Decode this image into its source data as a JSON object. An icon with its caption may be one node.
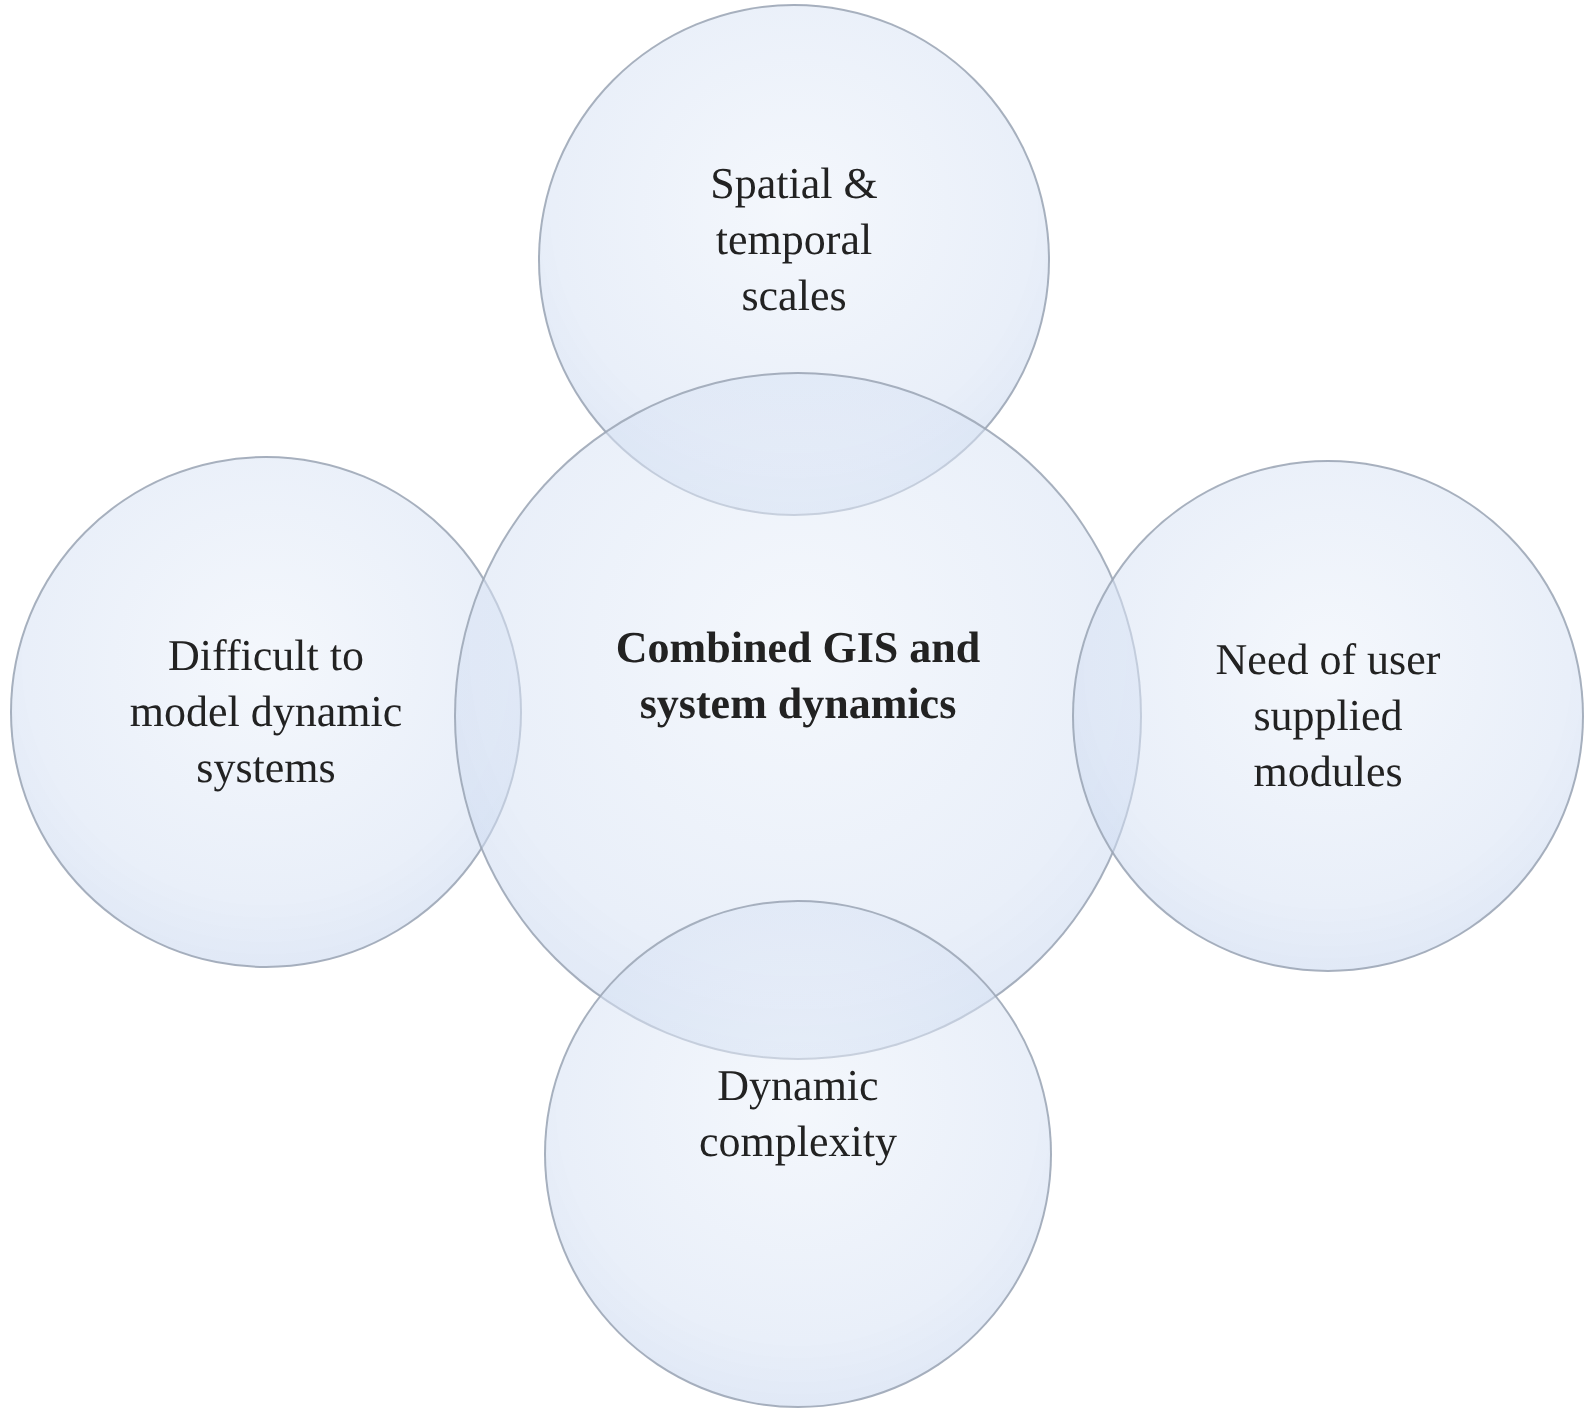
{
  "diagram": {
    "nodes": [
      {
        "text": [
          "Spatial & temporal scales"
        ]
      },
      {
        "text": [
          "Difficult to model dynamic systems"
        ]
      },
      {
        "text": [
          "Combined GIS and system dynamics"
        ]
      },
      {
        "text": [
          "Need of user supplied modules"
        ]
      },
      {
        "text": [
          "Dynamic complexity"
        ]
      }
    ]
  }
}
